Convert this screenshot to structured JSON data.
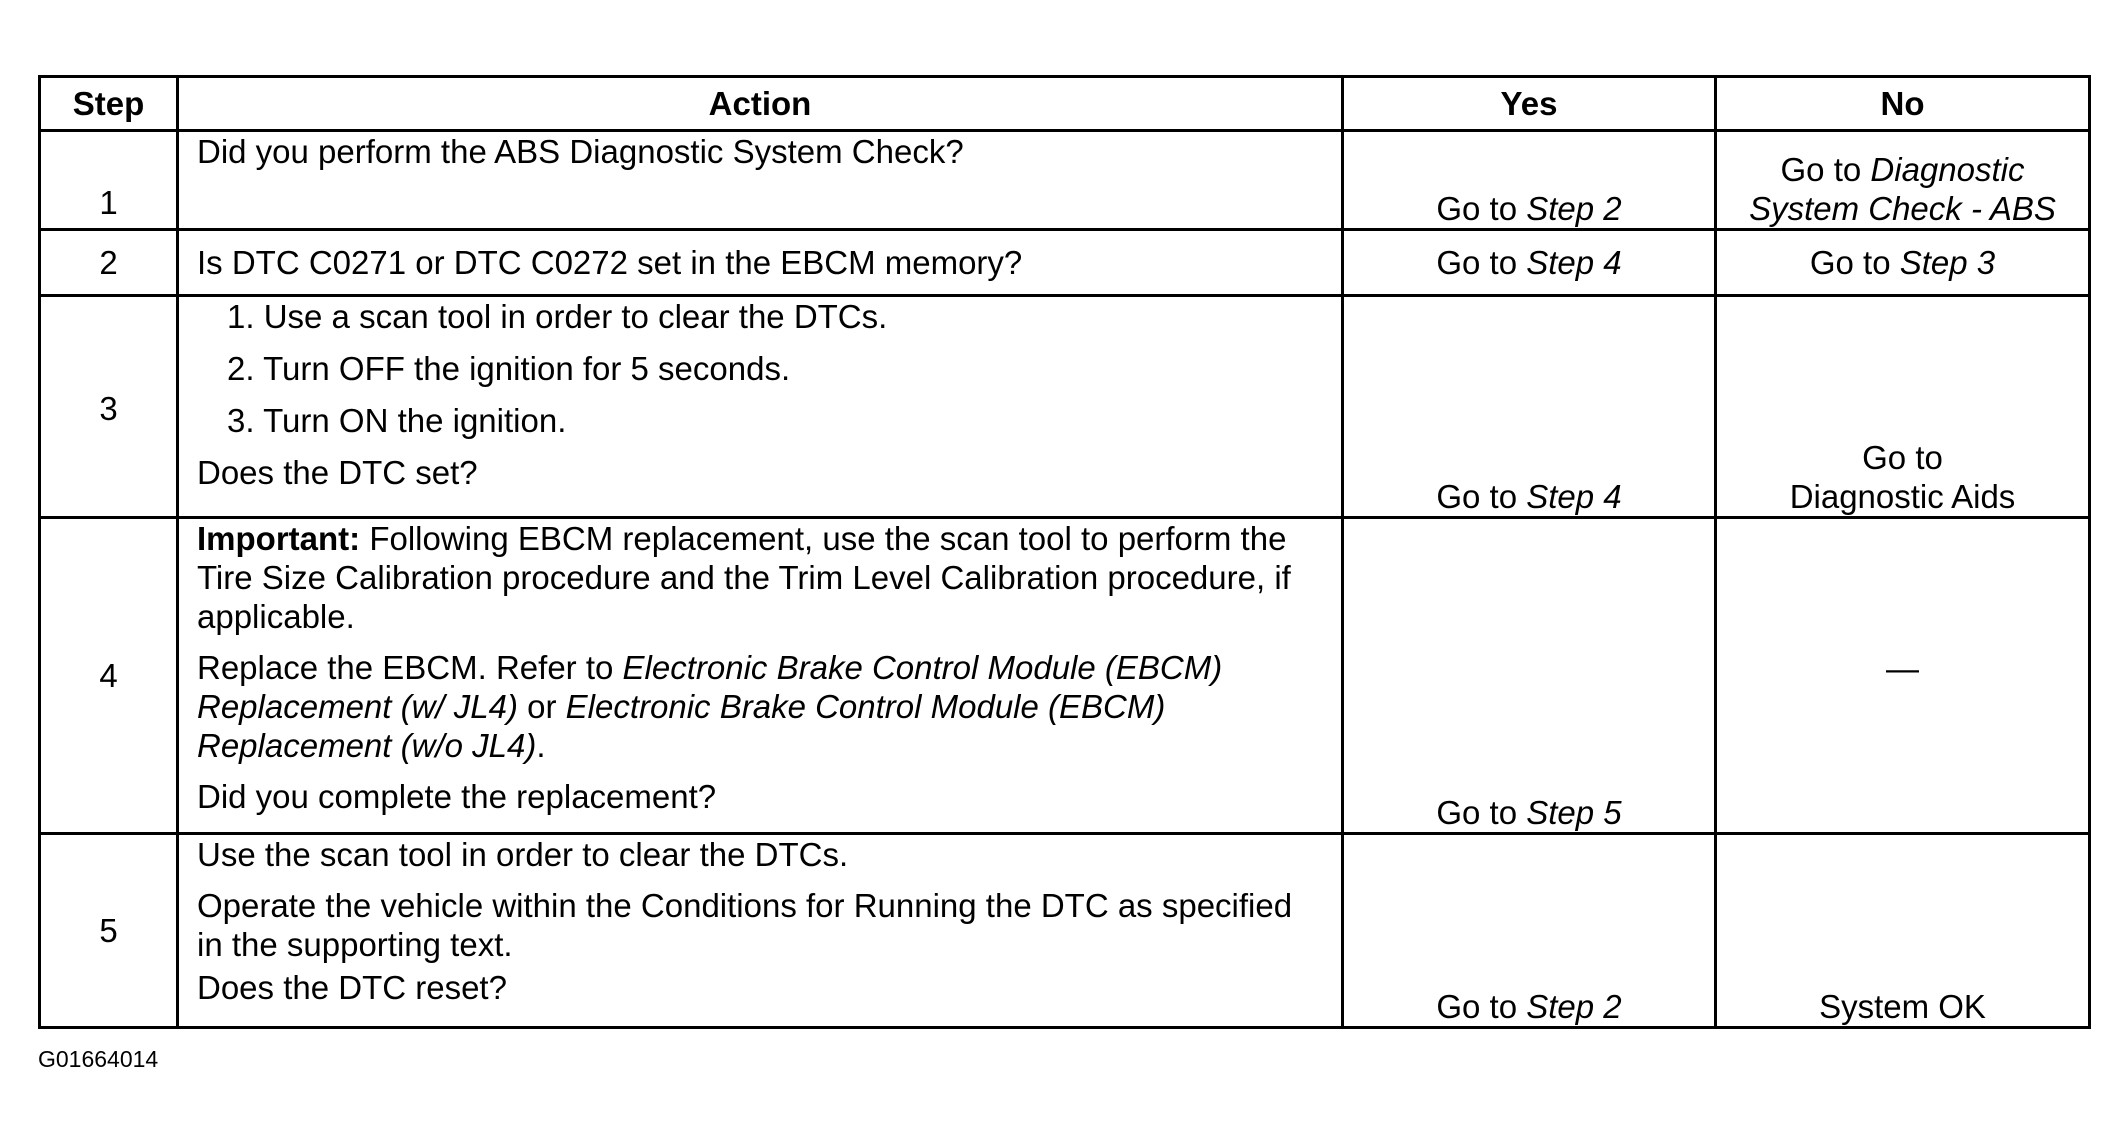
{
  "table": {
    "headers": {
      "step": "Step",
      "action": "Action",
      "yes": "Yes",
      "no": "No"
    },
    "rows": [
      {
        "step": "1",
        "action": {
          "question": "Did you perform the ABS Diagnostic System Check?"
        },
        "yes": {
          "prefix": "Go to",
          "link": "Step 2"
        },
        "no": {
          "prefix": "Go to",
          "link": "Diagnostic System Check - ABS",
          "link_line1": "Diagnostic",
          "link_line2": "System Check - ABS"
        }
      },
      {
        "step": "2",
        "action": {
          "question": "Is DTC C0271 or DTC C0272 set in the EBCM memory?"
        },
        "yes": {
          "prefix": "Go to",
          "link": "Step 4"
        },
        "no": {
          "prefix": "Go to",
          "link": "Step 3"
        }
      },
      {
        "step": "3",
        "action": {
          "items": [
            {
              "num": "1.",
              "text": "Use a scan tool in order to clear the DTCs."
            },
            {
              "num": "2.",
              "text": "Turn OFF the ignition for 5 seconds."
            },
            {
              "num": "3.",
              "text": "Turn ON the ignition."
            }
          ],
          "question": "Does the DTC set?"
        },
        "yes": {
          "prefix": "Go to",
          "link": "Step 4"
        },
        "no": {
          "line1": "Go to",
          "line2": "Diagnostic Aids"
        }
      },
      {
        "step": "4",
        "action": {
          "important_label": "Important:",
          "important_text": "Following EBCM replacement, use the scan tool to perform the Tire Size Calibration procedure and the Trim Level Calibration procedure, if applicable.",
          "replace_prefix": "Replace the EBCM. Refer to",
          "replace_ref1": "Electronic Brake Control Module (EBCM) Replacement (w/ JL4)",
          "replace_or": "or",
          "replace_ref2": "Electronic Brake Control Module (EBCM) Replacement (w/o JL4)",
          "replace_end": ".",
          "question": "Did you complete the replacement?"
        },
        "yes": {
          "prefix": "Go to",
          "link": "Step 5"
        },
        "no": {
          "text": "—"
        }
      },
      {
        "step": "5",
        "action": {
          "line1": "Use the scan tool in order to clear the DTCs.",
          "line2": "Operate the vehicle within the Conditions for Running the DTC as specified in the supporting text.",
          "question": "Does the DTC reset?"
        },
        "yes": {
          "prefix": "Go to",
          "link": "Step 2"
        },
        "no": {
          "text": "System OK"
        }
      }
    ]
  },
  "figure_id": "G01664014"
}
